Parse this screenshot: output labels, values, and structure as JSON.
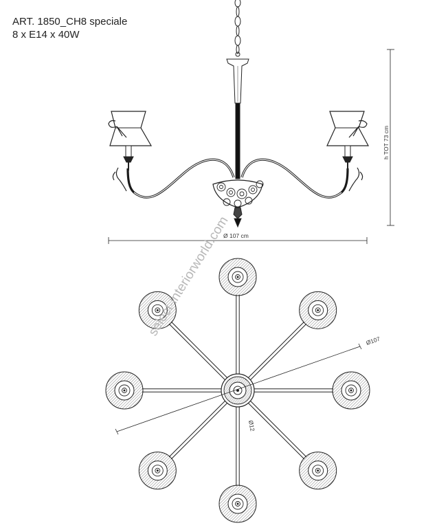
{
  "header": {
    "model": "ART. 1850_CH8 speciale",
    "spec": "8 x E14 x 40W"
  },
  "dimensions": {
    "height_label": "h TOT 73 cm",
    "width_label": "Ø 107 cm",
    "plan_diameter_label": "Ø107",
    "center_diameter_label": "Ø12"
  },
  "watermark": "select-interiorworld.com",
  "drawing": {
    "arm_count": 8,
    "line_color": "#222222",
    "hatch_color": "#555555"
  }
}
